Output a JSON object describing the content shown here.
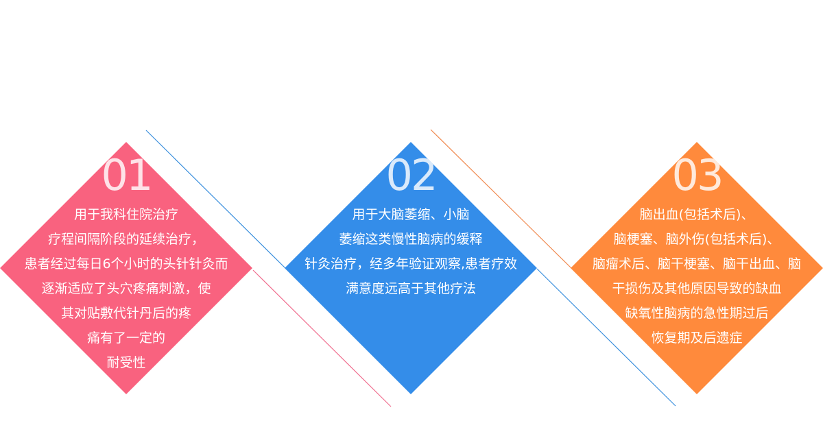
{
  "colors": {
    "pink": "#f9627f",
    "blue": "#348de9",
    "orange": "#ff8a3c",
    "line_blue": "#3a8fdd",
    "line_pink": "#f07090",
    "line_orange": "#f08a50"
  },
  "items": [
    {
      "number": "01",
      "lines": [
        "用于我科住院治疗",
        "疗程间隔阶段的延续治疗，",
        "患者经过每日6个小时的头针针灸而",
        "逐渐适应了头穴疼痛刺激，使",
        "其对贴敷代针丹后的疼",
        "痛有了一定的",
        "耐受性"
      ]
    },
    {
      "number": "02",
      "lines": [
        "用于大脑萎缩、小脑",
        "萎缩这类慢性脑病的缓释",
        "针灸治疗，经多年验证观察,患者疗效",
        "满意度远高于其他疗法"
      ]
    },
    {
      "number": "03",
      "lines": [
        "脑出血(包括术后)、",
        "脑梗塞、脑外伤(包括术后)、",
        "脑瘤术后、脑干梗塞、脑干出血、脑",
        "干损伤及其他原因导致的缺血",
        "缺氧性脑病的急性期过后",
        "恢复期及后遗症"
      ]
    }
  ]
}
